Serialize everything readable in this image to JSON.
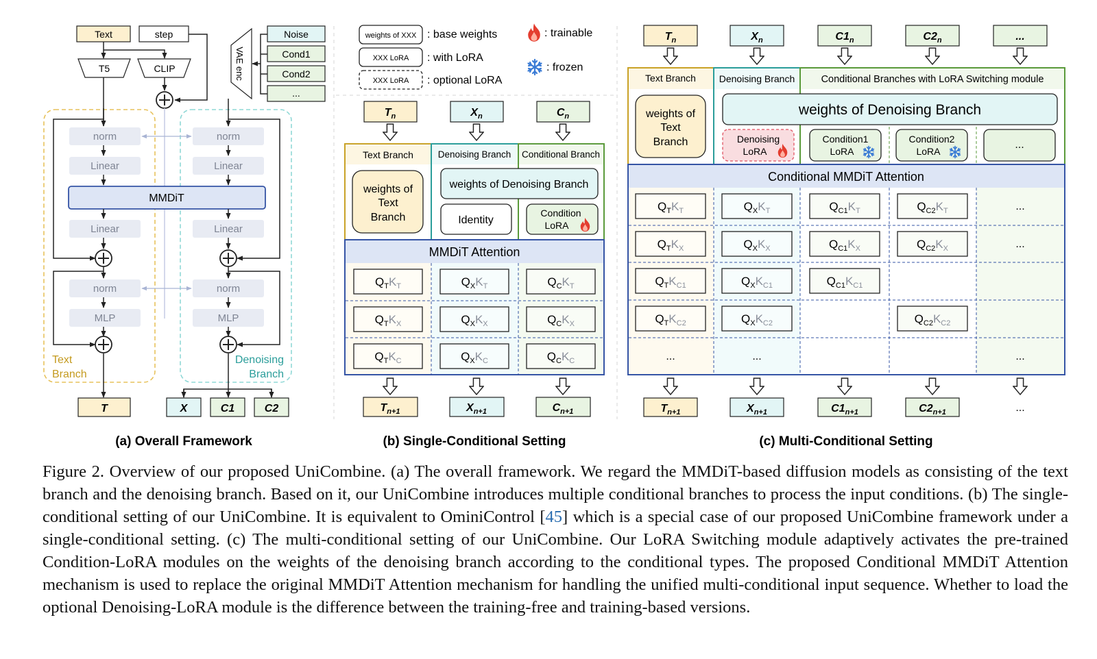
{
  "a": {
    "text": "Text",
    "step": "step",
    "t5": "T5",
    "clip": "CLIP",
    "vae": "VAE enc",
    "noise": "Noise",
    "cond1": "Cond1",
    "cond2": "Cond2",
    "dots": "...",
    "norm": "norm",
    "linear": "Linear",
    "mmdit": "MMDiT",
    "mlp": "MLP",
    "text_branch_1": "Text",
    "text_branch_2": "Branch",
    "den_branch_1": "Denoising",
    "den_branch_2": "Branch",
    "out_t": "T",
    "out_x": "X",
    "out_c1": "C1",
    "out_c2": "C2",
    "title": "(a) Overall Framework"
  },
  "legend": {
    "base_box": "weights of  XXX",
    "base_label": ": base weights",
    "lora_box": "XXX  LoRA",
    "lora_label": ": with LoRA",
    "opt_box": "XXX  LoRA",
    "opt_label": ": optional LoRA",
    "trainable": ": trainable",
    "frozen": ": frozen"
  },
  "b": {
    "in": [
      "T",
      "X",
      "C"
    ],
    "sub_in": [
      "n",
      "n",
      "n"
    ],
    "out": [
      "T",
      "X",
      "C"
    ],
    "sub_out": [
      "n+1",
      "n+1",
      "n+1"
    ],
    "text_branch": "Text Branch",
    "den_branch": "Denoising Branch",
    "cond_branch": "Conditional Branch",
    "w_text_1": "weights of",
    "w_text_2": "Text",
    "w_text_3": "Branch",
    "w_den": "weights of Denoising Branch",
    "identity": "Identity",
    "cond_lora_1": "Condition",
    "cond_lora_2": "LoRA",
    "attn": "MMDiT Attention",
    "grid": [
      [
        [
          "T",
          "T"
        ],
        [
          "X",
          "T"
        ],
        [
          "C",
          "T"
        ]
      ],
      [
        [
          "T",
          "X"
        ],
        [
          "X",
          "X"
        ],
        [
          "C",
          "X"
        ]
      ],
      [
        [
          "T",
          "C"
        ],
        [
          "X",
          "C"
        ],
        [
          "C",
          "C"
        ]
      ]
    ],
    "title": "(b) Single-Conditional Setting"
  },
  "c": {
    "in": [
      "T",
      "X",
      "C1",
      "C2",
      "..."
    ],
    "sub_in": [
      "n",
      "n",
      "n",
      "n",
      ""
    ],
    "out": [
      "T",
      "X",
      "C1",
      "C2",
      "..."
    ],
    "sub_out": [
      "n+1",
      "n+1",
      "n+1",
      "n+1",
      ""
    ],
    "text_branch": "Text Branch",
    "den_branch": "Denoising Branch",
    "cond_branches": "Conditional Branches with LoRA Switching module",
    "w_text_1": "weights of",
    "w_text_2": "Text",
    "w_text_3": "Branch",
    "w_den": "weights of Denoising Branch",
    "den_lora_1": "Denoising",
    "den_lora_2": "LoRA",
    "c1_lora_1": "Condition1",
    "c1_lora_2": "LoRA",
    "c2_lora_1": "Condition2",
    "c2_lora_2": "LoRA",
    "dots": "...",
    "attn": "Conditional MMDiT Attention",
    "grid": [
      [
        [
          "T",
          "T"
        ],
        [
          "X",
          "T"
        ],
        [
          "C1",
          "T"
        ],
        [
          "C2",
          "T"
        ],
        "..."
      ],
      [
        [
          "T",
          "X"
        ],
        [
          "X",
          "X"
        ],
        [
          "C1",
          "X"
        ],
        [
          "C2",
          "X"
        ],
        "..."
      ],
      [
        [
          "T",
          "C1"
        ],
        [
          "X",
          "C1"
        ],
        [
          "C1",
          "C1"
        ],
        null,
        null
      ],
      [
        [
          "T",
          "C2"
        ],
        [
          "X",
          "C2"
        ],
        null,
        [
          "C2",
          "C2"
        ],
        null
      ],
      [
        "...",
        "...",
        null,
        null,
        "..."
      ]
    ],
    "title": "(c) Multi-Conditional Setting"
  },
  "caption": {
    "p1": "Figure 2. Overview of our proposed UniCombine. (a) The overall framework. We regard the MMDiT-based diffusion models as consisting of the text branch and the denoising branch. Based on it, our UniCombine introduces multiple conditional branches to process the input conditions. (b) The single-conditional setting of our UniCombine. It is equivalent to OminiControl [",
    "ref": "45",
    "p2": "] which is a special case of our proposed UniCombine framework under a single-conditional setting. (c) The multi-conditional setting of our UniCombine. Our LoRA Switching module adaptively activates the pre-trained Condition-LoRA modules on the weights of the denoising branch according to the conditional types. The proposed Conditional MMDiT Attention mechanism is used to replace the original MMDiT Attention mechanism for handling the unified multi-conditional input sequence. Whether to load the optional Denoising-LoRA module is the difference between the training-free and training-based versions."
  },
  "colors": {
    "text_fill": "#fdf0cf",
    "text_stroke": "#c9a227",
    "den_fill": "#e2f5f5",
    "den_stroke": "#2a9d9a",
    "cond_fill": "#e8f4e2",
    "cond_stroke": "#5a9a3a",
    "attn_fill": "#dde5f5",
    "attn_stroke": "#3554a5",
    "gray": "#e8ebf3",
    "gray_text": "#8a8f9a",
    "lora_red": "#f9dde0",
    "lora_red_stroke": "#e05060"
  }
}
